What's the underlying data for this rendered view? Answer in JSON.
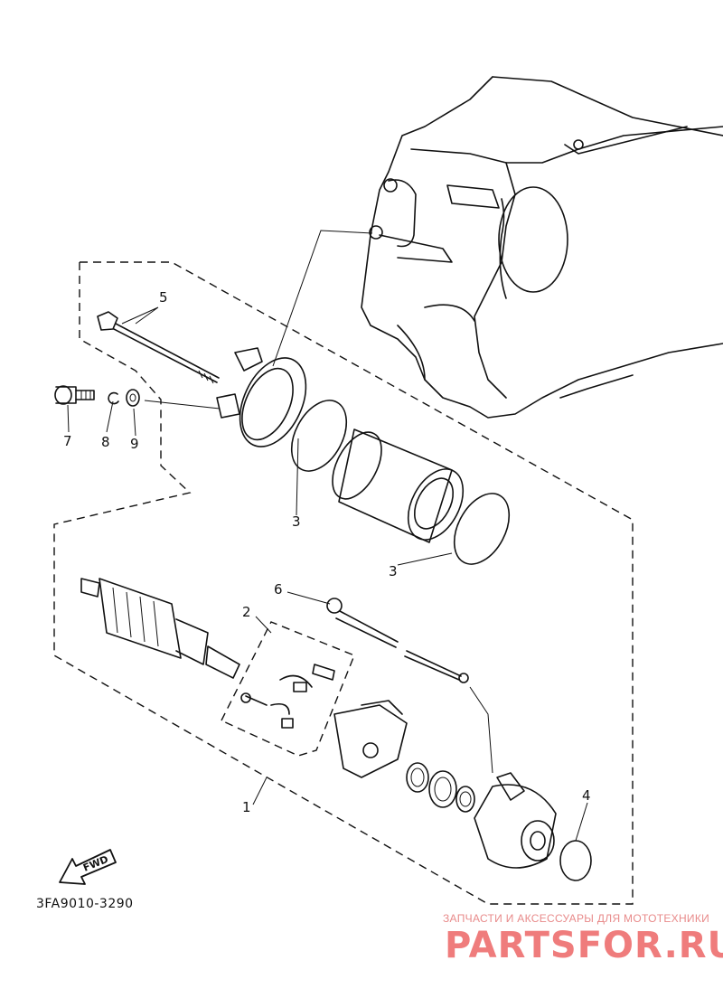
{
  "diagram": {
    "code": "3FA9010-3290",
    "callouts": [
      "1",
      "2",
      "3",
      "3",
      "4",
      "5",
      "6",
      "7",
      "8",
      "9"
    ],
    "fwd_label": "FWD"
  },
  "watermark": {
    "tagline": "ЗАПЧАСТИ И АКСЕССУАРЫ ДЛЯ МОТОТЕХНИКИ",
    "brand": "PARTSFOR.RU"
  }
}
